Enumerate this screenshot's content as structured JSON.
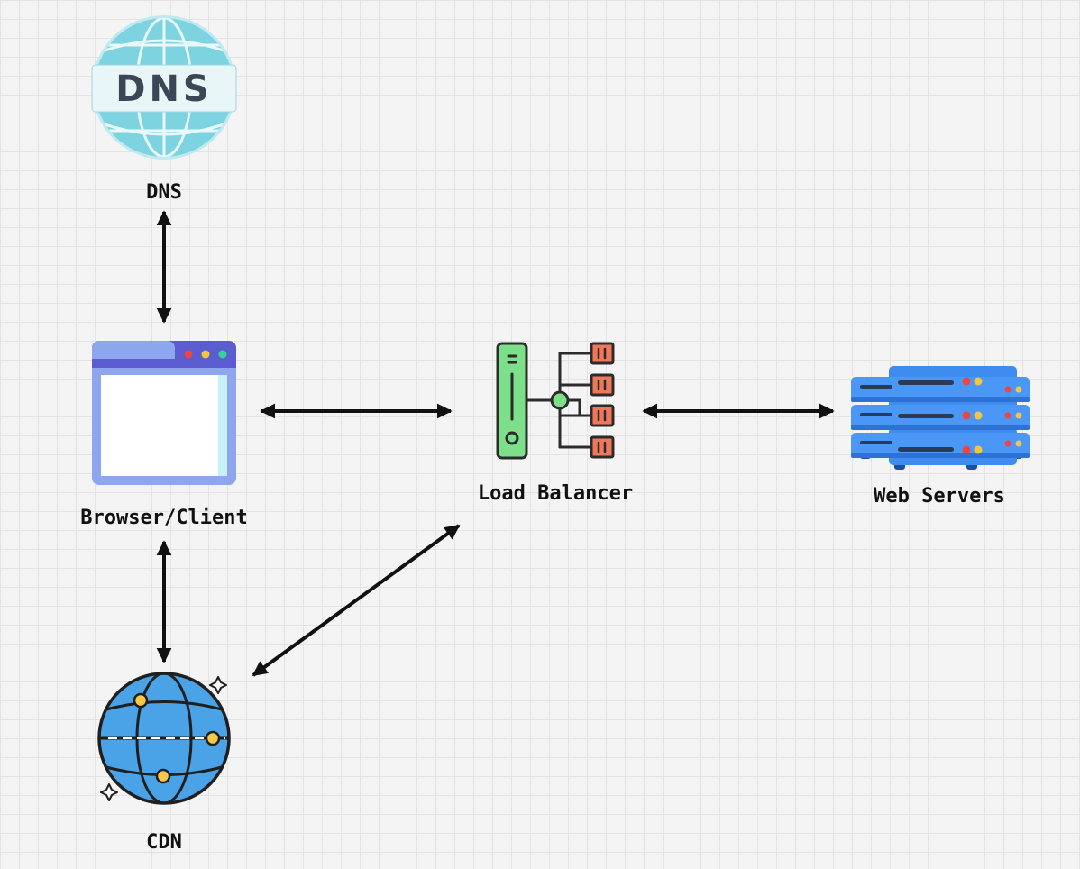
{
  "nodes": {
    "dns": {
      "label": "DNS",
      "icon_text": "DNS",
      "icon": "dns-globe-icon"
    },
    "browser": {
      "label": "Browser/Client",
      "icon": "browser-window-icon"
    },
    "load_balancer": {
      "label": "Load Balancer",
      "icon": "load-balancer-icon"
    },
    "web_servers": {
      "label": "Web Servers",
      "icon": "server-stack-icon"
    },
    "cdn": {
      "label": "CDN",
      "icon": "cdn-globe-icon"
    }
  },
  "edges": [
    {
      "from": "dns",
      "to": "browser",
      "direction": "bidirectional"
    },
    {
      "from": "browser",
      "to": "load_balancer",
      "direction": "bidirectional"
    },
    {
      "from": "load_balancer",
      "to": "web_servers",
      "direction": "bidirectional"
    },
    {
      "from": "browser",
      "to": "cdn",
      "direction": "bidirectional"
    },
    {
      "from": "cdn",
      "to": "load_balancer",
      "direction": "bidirectional"
    }
  ],
  "colors": {
    "background": "#f4f4f4",
    "grid": "#e3e3e3",
    "arrow": "#111111",
    "dns_globe": "#7dd3e0",
    "browser_frame": "#8ea6ee",
    "browser_titlebar": "#5b5ccf",
    "lb_green": "#7ddf8a",
    "lb_port": "#f0785a",
    "server_blue": "#3f8cf0",
    "cdn_blue": "#4aa3e6",
    "cdn_pin": "#f6c84a"
  }
}
